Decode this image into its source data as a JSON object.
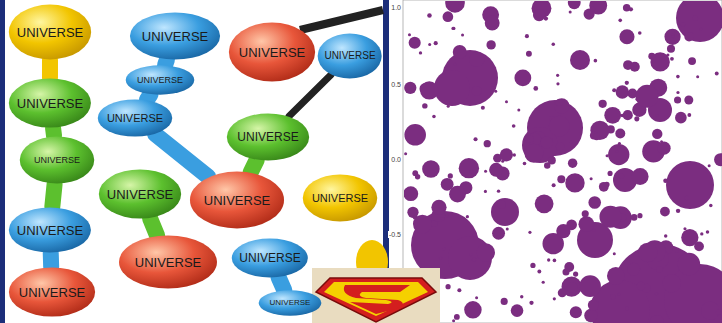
{
  "diagram": {
    "nodes": [
      {
        "text": [
          "UNIVERSE"
        ]
      },
      {
        "text": [
          "UNIVERSE"
        ]
      },
      {
        "text": [
          "UNIVERSE"
        ]
      },
      {
        "text": [
          "UNIVERSE"
        ]
      },
      {
        "text": [
          "UNIVERSE"
        ]
      },
      {
        "text": [
          "UNIVERSE"
        ]
      },
      {
        "text": [
          "UNIVERSE"
        ]
      },
      {
        "text": [
          "UNIVERSE"
        ]
      },
      {
        "text": [
          "UNIVERSE"
        ]
      },
      {
        "text": [
          "UNIVERSE"
        ]
      },
      {
        "text": [
          "UNIVERSE"
        ]
      },
      {
        "text": [
          "UNIVERSE"
        ]
      },
      {
        "text": [
          "UNIVERSE"
        ]
      },
      {
        "text": [
          "UNIVERSE"
        ]
      },
      {
        "text": [
          "UNIVERSE"
        ]
      },
      {
        "text": [
          "UNIVERSE"
        ]
      },
      {
        "text": [
          "UNIVERSE"
        ]
      }
    ],
    "edges": [
      {
        "from": 0,
        "to": 5,
        "arrow": "none"
      },
      {
        "from": 5,
        "to": 8,
        "arrow": "none"
      },
      {
        "from": 8,
        "to": 12,
        "arrow": "none"
      },
      {
        "from": 12,
        "to": 15,
        "arrow": "none"
      },
      {
        "from": 1,
        "to": 4,
        "arrow": "none"
      },
      {
        "from": 4,
        "to": 6,
        "arrow": "none"
      },
      {
        "from": 6,
        "to": 10,
        "arrow": "none"
      },
      {
        "from": 7,
        "to": 10,
        "arrow": "none"
      },
      {
        "from": 9,
        "to": 13,
        "arrow": "none"
      },
      {
        "from": 14,
        "to": 16,
        "arrow": "none"
      },
      {
        "from": 7,
        "to": 3,
        "arrow": "none"
      }
    ],
    "labels": [
      "1.0",
      "0.5",
      "0.0",
      "-0.5"
    ]
  }
}
